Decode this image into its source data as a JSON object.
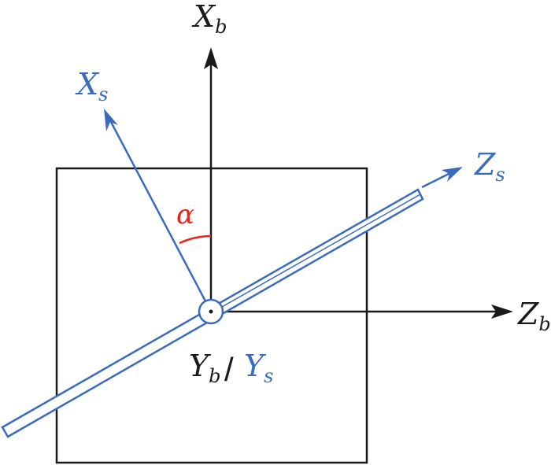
{
  "colors": {
    "body_frame": "#1a1a1a",
    "sensor_frame": "#3a6bbf",
    "angle": "#e8261c",
    "background": "#ffffff"
  },
  "labels": {
    "xb": {
      "main": "X",
      "sub": "b"
    },
    "zb": {
      "main": "Z",
      "sub": "b"
    },
    "xs": {
      "main": "X",
      "sub": "s"
    },
    "zs": {
      "main": "Z",
      "sub": "s"
    },
    "yb": {
      "main": "Y",
      "sub": "b"
    },
    "slash": "/",
    "ys": {
      "main": "Y",
      "sub": "s"
    },
    "angle": "α"
  }
}
